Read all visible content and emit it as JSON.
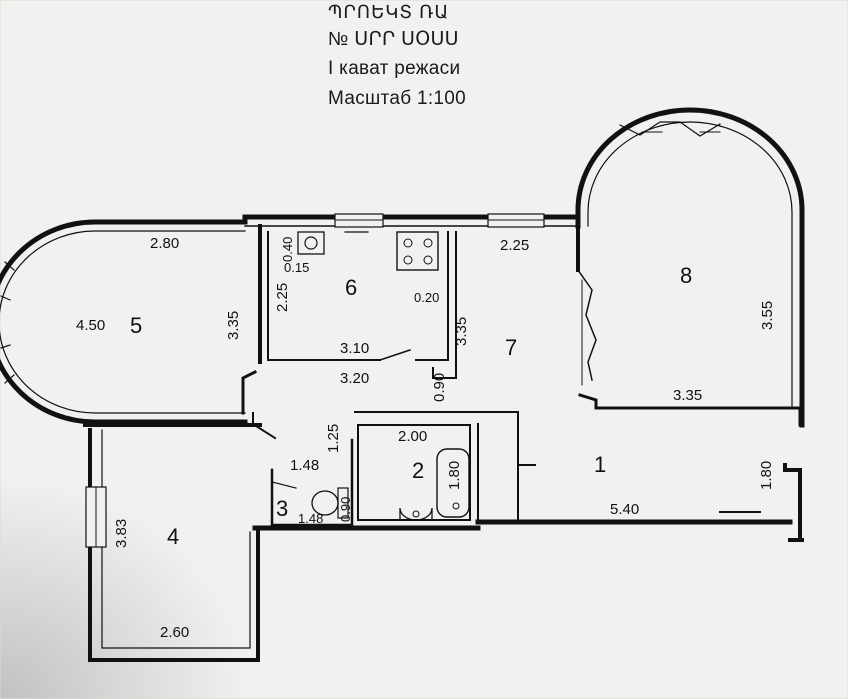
{
  "header": {
    "line1": "ՊՐՈԵԿՏ ՌԱ",
    "line2": "№ ՍՐՐ ՍՕՍՍ",
    "floor_plan": "I кават режаси",
    "scale": "Масштаб 1:100"
  },
  "rooms": [
    {
      "id": "1",
      "label": "1"
    },
    {
      "id": "2",
      "label": "2"
    },
    {
      "id": "3",
      "label": "3"
    },
    {
      "id": "4",
      "label": "4"
    },
    {
      "id": "5",
      "label": "5"
    },
    {
      "id": "6",
      "label": "6"
    },
    {
      "id": "7",
      "label": "7"
    },
    {
      "id": "8",
      "label": "8"
    }
  ],
  "dimensions": {
    "r5_top": "2.80",
    "r5_left": "4.50",
    "r5_right": "3.35",
    "r6_sink_w": "0.40",
    "r6_sink_d": "0.15",
    "r6_left": "2.25",
    "r6_right": "0.20",
    "r6_bottom": "3.10",
    "r6_r7_wall": "3.35",
    "r7_top": "2.25",
    "hall_top": "3.20",
    "hall_door": "0.90",
    "hall_vert": "1.25",
    "r8_right": "3.55",
    "r8_bottom": "3.35",
    "r2_top": "2.00",
    "r2_bath": "1.80",
    "r3_top": "1.48",
    "r3_bottom": "1.48",
    "r3_side": "0.90",
    "r1_bottom": "5.40",
    "r1_right": "1.80",
    "r4_left": "3.83",
    "r4_bottom": "2.60"
  }
}
